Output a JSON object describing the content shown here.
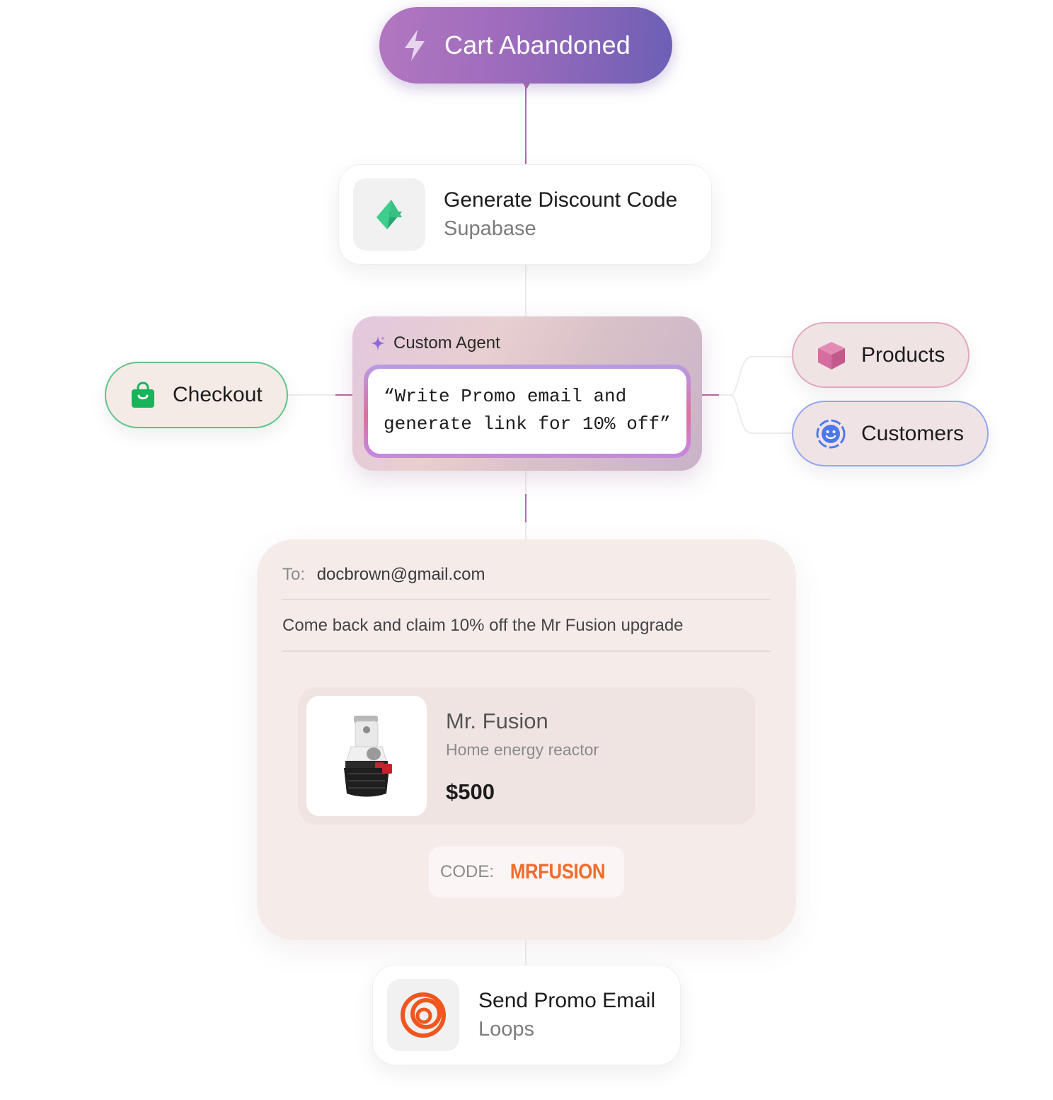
{
  "trigger": {
    "label": "Cart Abandoned",
    "icon": "lightning-icon"
  },
  "steps": {
    "discount": {
      "title": "Generate Discount Code",
      "service": "Supabase",
      "icon": "supabase-icon"
    },
    "send": {
      "title": "Send Promo Email",
      "service": "Loops",
      "icon": "loops-icon"
    }
  },
  "agent": {
    "label": "Custom Agent",
    "prompt_line1": "“Write Promo email and",
    "prompt_line2": "generate link for 10% off”"
  },
  "tools": {
    "checkout": {
      "label": "Checkout",
      "icon": "shopping-bag-icon",
      "color": "#19b35a"
    },
    "products": {
      "label": "Products",
      "icon": "box-icon",
      "color": "#d86fa0"
    },
    "customers": {
      "label": "Customers",
      "icon": "smiley-icon",
      "color": "#4d78ec"
    }
  },
  "email": {
    "to_label": "To:",
    "to_value": "docbrown@gmail.com",
    "subject": "Come back and claim 10% off the Mr Fusion upgrade",
    "product": {
      "name": "Mr. Fusion",
      "description": "Home energy reactor",
      "price": "$500"
    },
    "code_label": "CODE:",
    "code_value": "MRFUSION"
  }
}
